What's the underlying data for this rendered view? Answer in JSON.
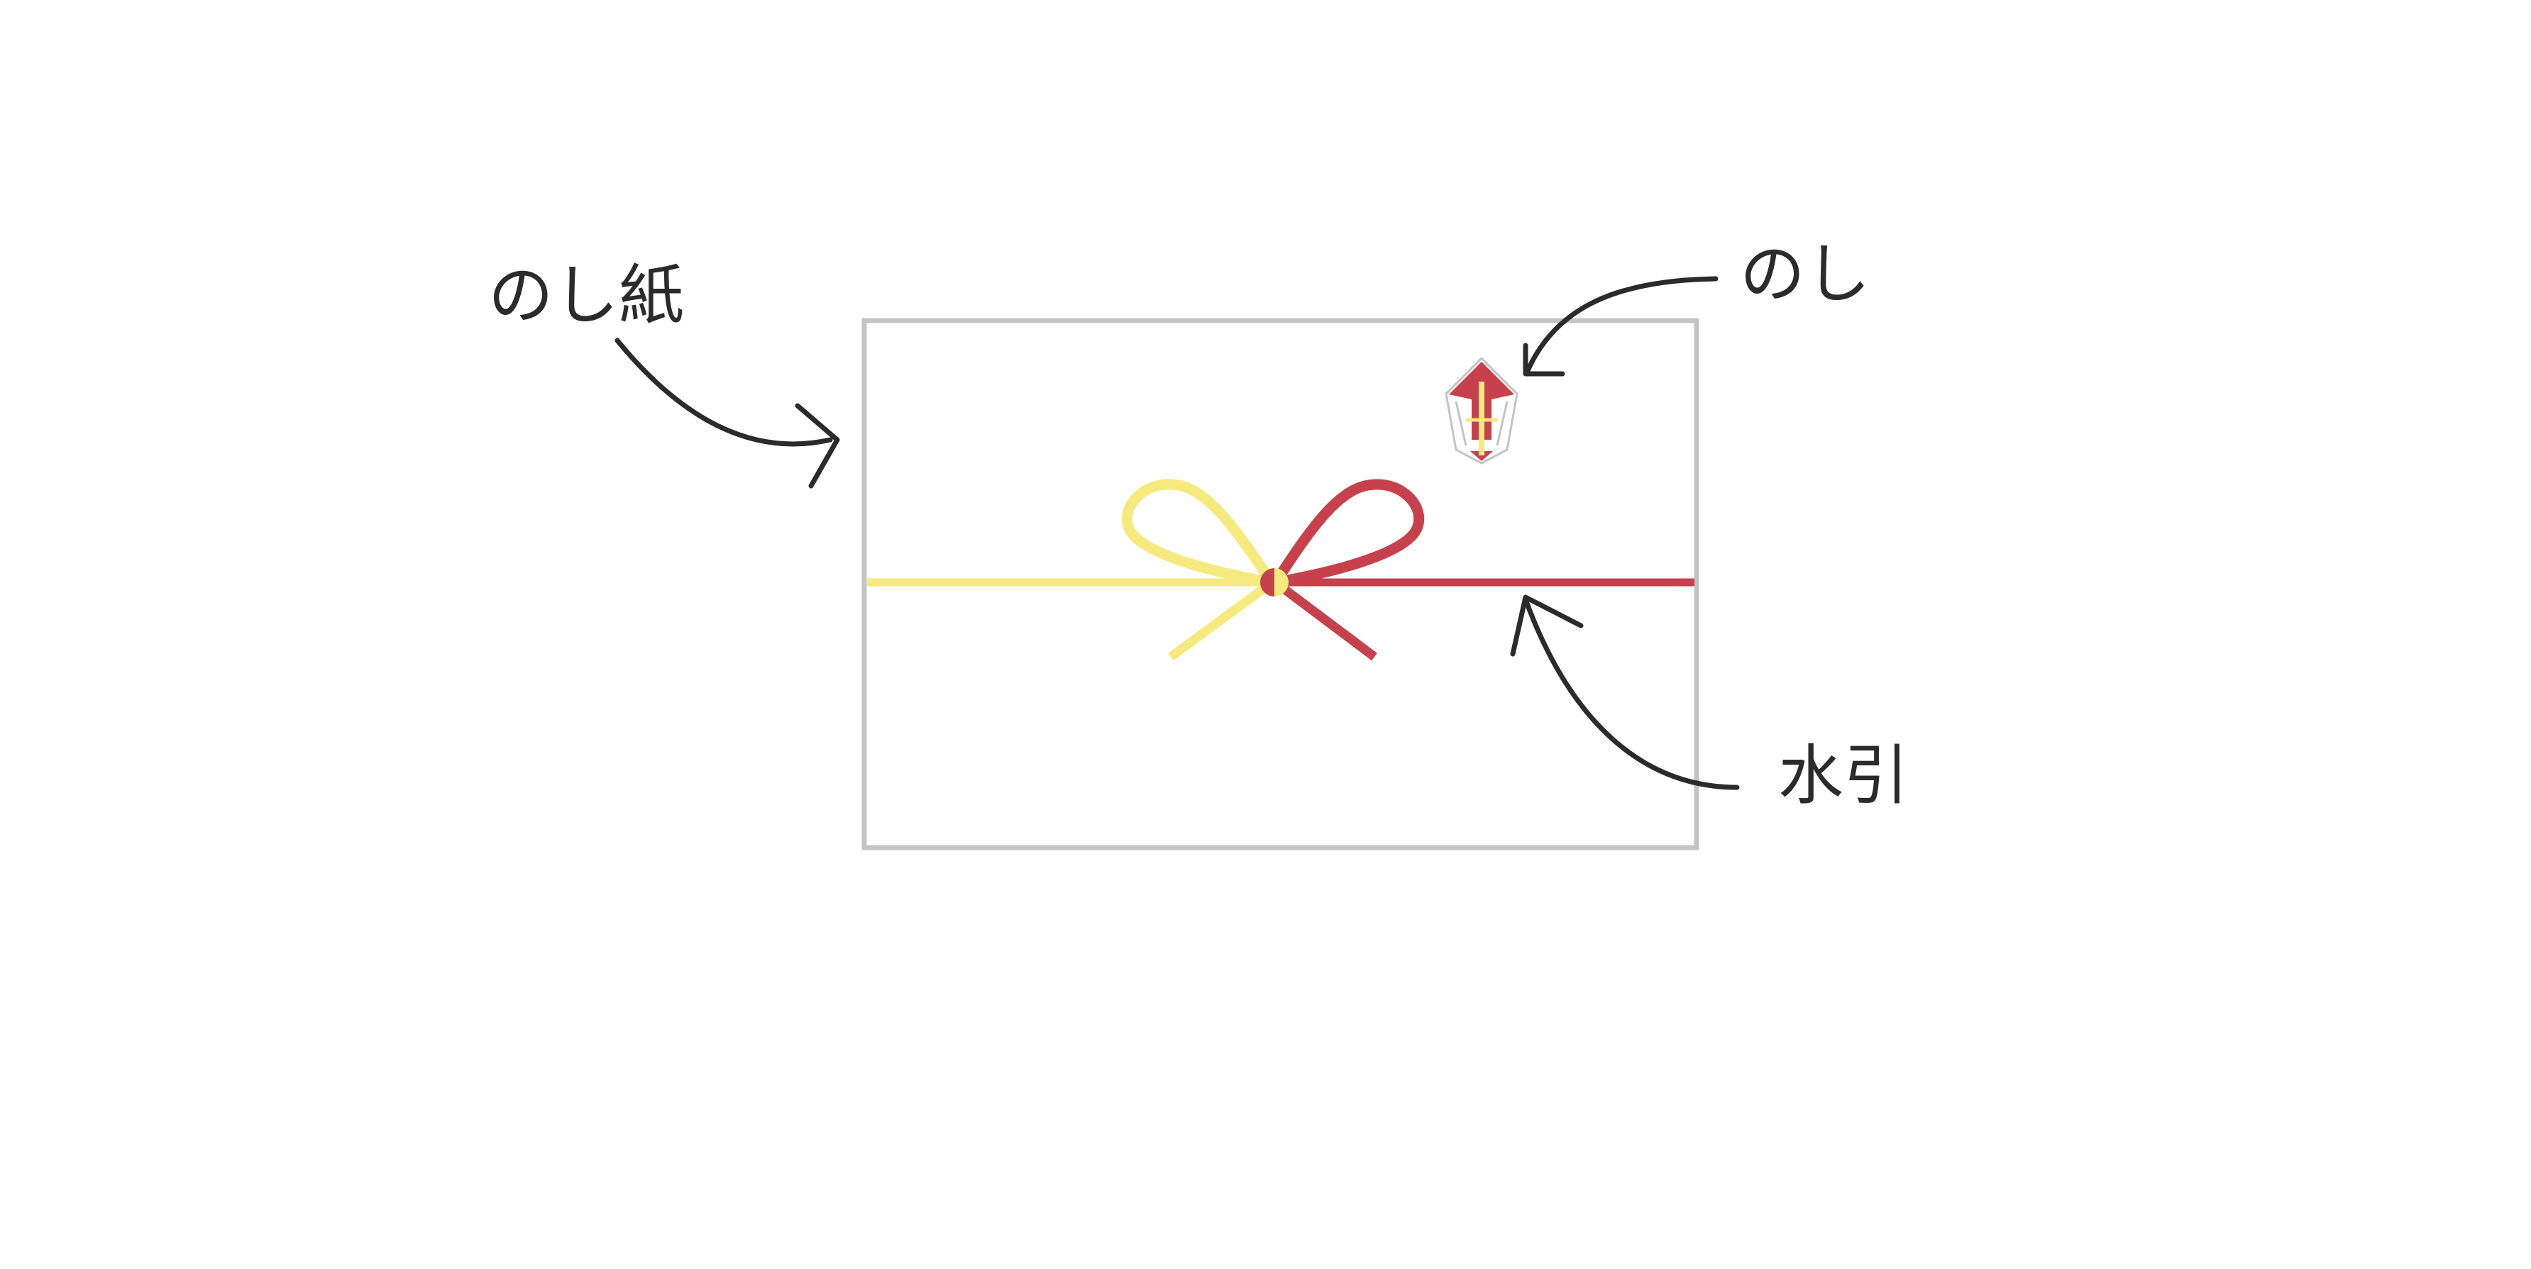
{
  "labels": {
    "noshi_paper": "のし紙",
    "noshi": "のし",
    "mizuhiki": "水引"
  },
  "colors": {
    "background": "#ffffff",
    "paper_border": "#c4c4c4",
    "mizuhiki_white": "#f6ea7e",
    "mizuhiki_red": "#c6414b",
    "arrow": "#2b2b2b"
  }
}
